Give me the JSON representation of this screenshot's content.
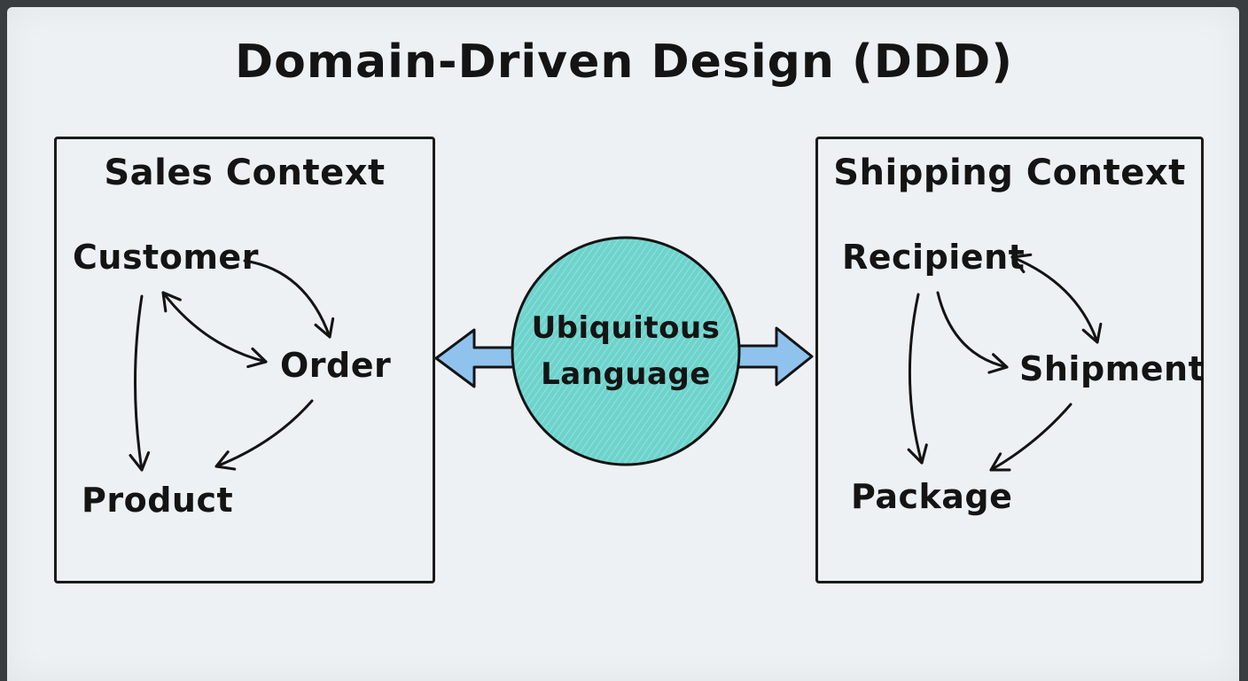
{
  "title": "Domain-Driven Design (DDD)",
  "colors": {
    "ink": "#141414",
    "board": "#eef1f4",
    "circle_fill": "#6fd3cc",
    "connector_fill": "#8fc3ee"
  },
  "sales_context": {
    "title": "Sales Context",
    "entities": {
      "customer": "Customer",
      "order": "Order",
      "product": "Product"
    }
  },
  "shipping_context": {
    "title": "Shipping Context",
    "entities": {
      "recipient": "Recipient",
      "shipment": "Shipment",
      "package": "Package"
    }
  },
  "ubiquitous_language": {
    "line1": "Ubiquitous",
    "line2": "Language"
  }
}
